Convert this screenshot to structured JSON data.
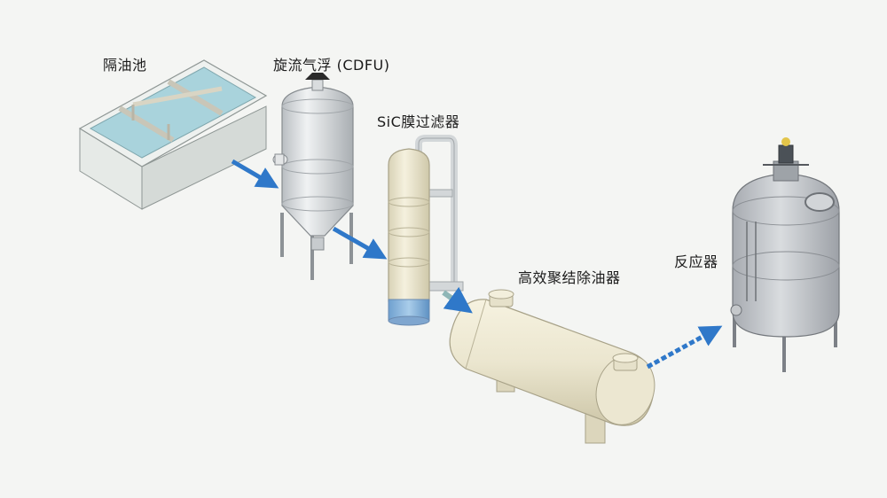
{
  "labels": {
    "oil_separation_tank": "隔油池",
    "cyclone_flotation": "旋流气浮 (CDFU)",
    "sic_membrane_filter": "SiC膜过滤器",
    "coalescing_oil_remover": "高效聚结除油器",
    "reactor": "反应器"
  },
  "colors": {
    "flow_arrow": "#2f78c9",
    "water": "#a9d3dc",
    "steel": "#cdd1d4",
    "cream_vessel": "#e9e4cd"
  }
}
